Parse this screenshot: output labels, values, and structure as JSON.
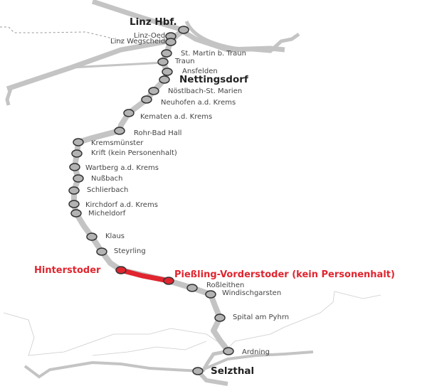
{
  "colors": {
    "track": "#c4c4c4",
    "highlight": "#e0252f",
    "station_fill": "#b3b3b3",
    "station_stroke": "#333333",
    "border": "#cccccc"
  },
  "stations": [
    {
      "name": "Linz Hbf.",
      "type": "major"
    },
    {
      "name": "Linz-Oed",
      "type": "normal"
    },
    {
      "name": "Linz Wegscheid",
      "type": "normal"
    },
    {
      "name": "St. Martin b. Traun",
      "type": "normal"
    },
    {
      "name": "Traun",
      "type": "normal"
    },
    {
      "name": "Ansfelden",
      "type": "normal"
    },
    {
      "name": "Nettingsdorf",
      "type": "major"
    },
    {
      "name": "Nöstlbach-St. Marien",
      "type": "normal"
    },
    {
      "name": "Neuhofen a.d. Krems",
      "type": "normal"
    },
    {
      "name": "Kematen a.d. Krems",
      "type": "normal"
    },
    {
      "name": "Rohr-Bad Hall",
      "type": "normal"
    },
    {
      "name": "Kremsmünster",
      "type": "normal"
    },
    {
      "name": "Krift (kein Personenhalt)",
      "type": "normal"
    },
    {
      "name": "Wartberg a.d. Krems",
      "type": "normal"
    },
    {
      "name": "Nußbach",
      "type": "normal"
    },
    {
      "name": "Schlierbach",
      "type": "normal"
    },
    {
      "name": "Kirchdorf a.d. Krems",
      "type": "normal"
    },
    {
      "name": "Micheldorf",
      "type": "normal"
    },
    {
      "name": "Klaus",
      "type": "normal"
    },
    {
      "name": "Steyrling",
      "type": "normal"
    },
    {
      "name": "Hinterstoder",
      "type": "highlight"
    },
    {
      "name": "Pießling-Vorderstoder (kein Personenhalt)",
      "type": "highlight"
    },
    {
      "name": "Roßleithen",
      "type": "normal"
    },
    {
      "name": "Windischgarsten",
      "type": "normal"
    },
    {
      "name": "Spital am Pyhrn",
      "type": "normal"
    },
    {
      "name": "Ardning",
      "type": "normal"
    },
    {
      "name": "Selzthal",
      "type": "major"
    }
  ]
}
